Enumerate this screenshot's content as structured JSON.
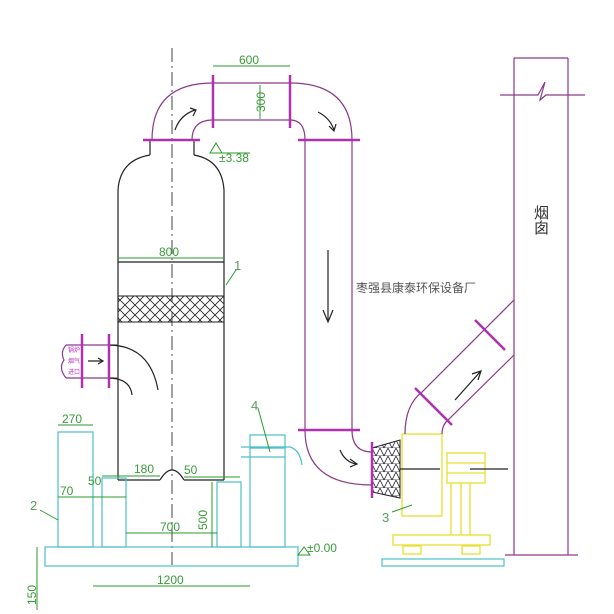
{
  "company": "枣强县康泰环保设备厂",
  "stack_label": "烟囱",
  "inlet_label": [
    "锅炉",
    "烟气",
    "进口"
  ],
  "dimensions": {
    "duct_width": "600",
    "duct_height": "300",
    "elevation_top": "±3.38",
    "tower_diameter": "800",
    "pier_width": "270",
    "d180": "180",
    "d50a": "50",
    "d50b": "50",
    "d70": "70",
    "d700": "700",
    "d500": "500",
    "d1200": "1200",
    "d150": "150",
    "elevation_ground": "±0.00"
  },
  "part_labels": {
    "p1": "1",
    "p2": "2",
    "p3": "3",
    "p4": "4"
  }
}
